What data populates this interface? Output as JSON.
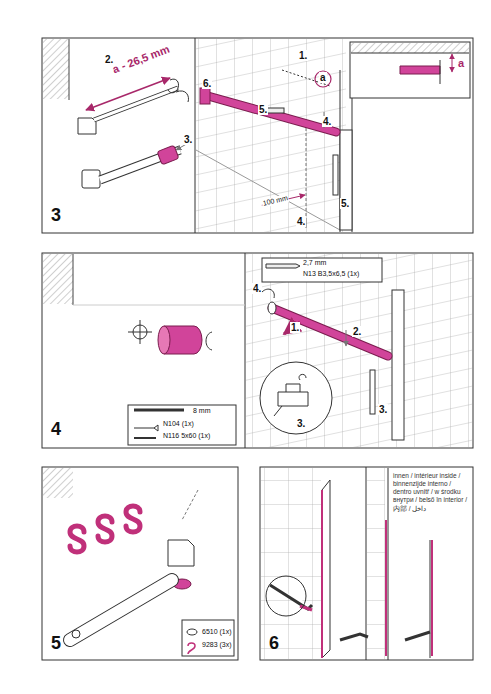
{
  "diagram": {
    "labels": [
      "2.",
      "a - 26,5 mm",
      "3.",
      "6.",
      "1.",
      "a",
      "a",
      "5.",
      "4.",
      "100 mm",
      "4.",
      "5.",
      "3",
      "2,7 mm",
      "N13 B3,5x6,5 (1x)",
      "4.",
      "1.",
      "2.",
      "3.",
      "3.",
      "8 mm",
      "N104 (1x)",
      "N116 5x60 (1x)",
      "4",
      "6510 (1x)",
      "9283 (3x)",
      "5",
      "innen / intérieur inside / binnenzijde interno / dentro uvnitř / w środku внутри / belső în interior / 内部 / داخل",
      "6"
    ]
  }
}
